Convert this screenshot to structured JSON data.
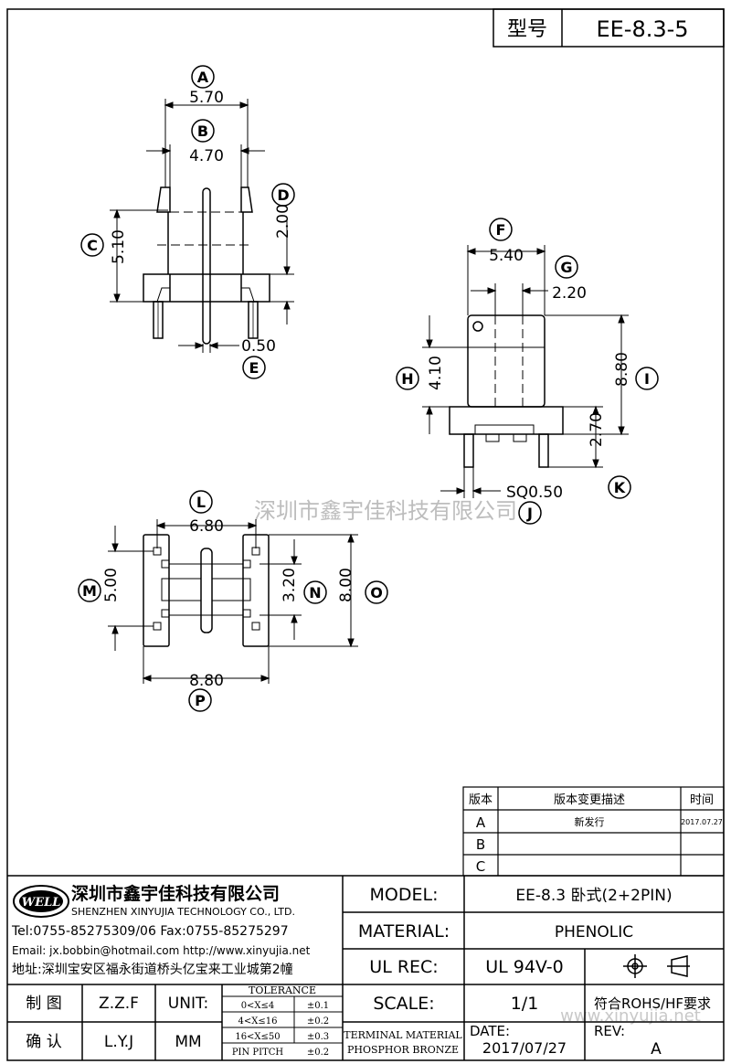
{
  "header": {
    "model_label": "型号",
    "model_value": "EE-8.3-5"
  },
  "watermark": "深圳市鑫宇佳科技有限公司",
  "watermark_url": "www.xinyujia.net",
  "views": {
    "front": {
      "dims": [
        {
          "letter": "A",
          "value": "5.70"
        },
        {
          "letter": "B",
          "value": "4.70"
        },
        {
          "letter": "C",
          "value": "5.10"
        },
        {
          "letter": "D",
          "value": "2.00"
        },
        {
          "letter": "E",
          "value": "0.50"
        }
      ]
    },
    "side": {
      "dims": [
        {
          "letter": "F",
          "value": "5.40"
        },
        {
          "letter": "G",
          "value": "2.20"
        },
        {
          "letter": "H",
          "value": "4.10"
        },
        {
          "letter": "I",
          "value": "8.80"
        },
        {
          "letter": "J",
          "value": "SQ0.50"
        },
        {
          "letter": "K",
          "value": "2.70"
        }
      ]
    },
    "bottom": {
      "dims": [
        {
          "letter": "L",
          "value": "6.80"
        },
        {
          "letter": "M",
          "value": "5.00"
        },
        {
          "letter": "N",
          "value": "3.20"
        },
        {
          "letter": "O",
          "value": "8.00"
        },
        {
          "letter": "P",
          "value": "8.80"
        }
      ]
    }
  },
  "revision_table": {
    "headers": [
      "版本",
      "版本变更描述",
      "时间"
    ],
    "rows": [
      {
        "rev": "A",
        "desc": "新发行",
        "date": "2017.07.27"
      },
      {
        "rev": "B",
        "desc": "",
        "date": ""
      },
      {
        "rev": "C",
        "desc": "",
        "date": ""
      }
    ]
  },
  "company": {
    "logo": "WELL",
    "name_cn": "深圳市鑫宇佳科技有限公司",
    "name_en": "SHENZHEN XINYUJIA TECHNOLOGY CO., LTD.",
    "contact1": "Tel:0755-85275309/06   Fax:0755-85275297",
    "contact2": "Email: jx.bobbin@hotmail.com http://www.xinyujia.net",
    "address": "地址:深圳宝安区福永街道桥头亿宝来工业城第2幢"
  },
  "title_block": {
    "model_label": "MODEL:",
    "model_value": "EE-8.3 卧式(2+2PIN)",
    "material_label": "MATERIAL:",
    "material_value": "PHENOLIC",
    "ulrec_label": "UL REC:",
    "ulrec_value": "UL 94V-0",
    "scale_label": "SCALE:",
    "scale_value": "1/1",
    "compliance": "符合ROHS/HF要求",
    "terminal_line1": "TERMINAL MATERIAL",
    "terminal_line2": "PHOSPHOR BRONZE",
    "date_label": "DATE:",
    "date_value": "2017/07/27",
    "rev_label": "REV:",
    "rev_value": "A",
    "draw_label": "制 图",
    "draw_value": "Z.Z.F",
    "check_label": "确 认",
    "check_value": "L.Y.J",
    "unit_label": "UNIT:",
    "unit_value": "MM",
    "tolerance_title": "TOLERANCE",
    "tolerances": [
      {
        "range": "0<X≤4",
        "value": "±0.1"
      },
      {
        "range": "4<X≤16",
        "value": "±0.2"
      },
      {
        "range": "16<X≤50",
        "value": "±0.3"
      },
      {
        "range": "PIN PITCH",
        "value": "±0.2"
      }
    ]
  }
}
